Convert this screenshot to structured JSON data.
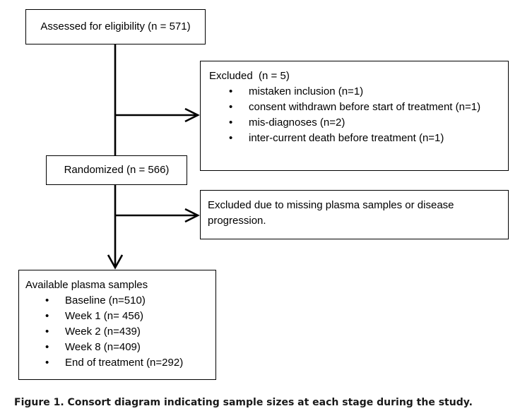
{
  "assessed": {
    "text": "Assessed for eligibility (n = 571)"
  },
  "excluded": {
    "title": "Excluded  (n = 5)",
    "bullet": "•",
    "items": [
      "mistaken inclusion (n=1)",
      "consent withdrawn before start of treatment (n=1)",
      "mis-diagnoses (n=2)",
      "inter-current death before treatment (n=1)"
    ]
  },
  "randomized": {
    "text": "Randomized (n = 566)"
  },
  "excluded_missing": {
    "line1": "Excluded due to missing plasma samples or disease",
    "line2": "progression."
  },
  "available": {
    "title": "Available plasma samples",
    "bullet": "•",
    "items": [
      "Baseline (n=510)",
      "Week 1 (n= 456)",
      "Week 2 (n=439)",
      "Week 8 (n=409)",
      "End of treatment (n=292)"
    ]
  },
  "caption": "Figure 1. Consort diagram indicating sample sizes at each stage during the study.",
  "colors": {
    "line": "#000000",
    "caption": "#1a1a1a"
  }
}
